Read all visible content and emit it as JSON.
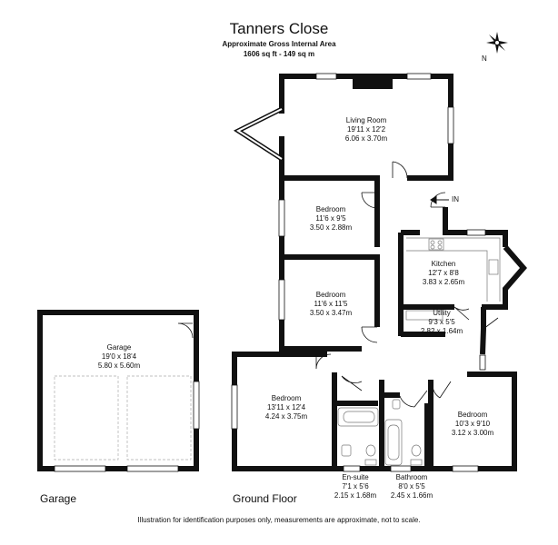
{
  "header": {
    "title": "Tanners Close",
    "subtitle": "Approximate Gross Internal Area",
    "area": "1606 sq ft - 149 sq m"
  },
  "compass": {
    "north_label": "N",
    "icon": "compass-rose-icon"
  },
  "entrance_label": "IN",
  "rooms": {
    "living_room": {
      "name": "Living Room",
      "imperial": "19'11 x 12'2",
      "metric": "6.06 x 3.70m"
    },
    "bedroom_1": {
      "name": "Bedroom",
      "imperial": "11'6 x 9'5",
      "metric": "3.50 x 2.88m"
    },
    "bedroom_2": {
      "name": "Bedroom",
      "imperial": "11'6 x 11'5",
      "metric": "3.50 x 3.47m"
    },
    "bedroom_3": {
      "name": "Bedroom",
      "imperial": "13'11 x 12'4",
      "metric": "4.24 x 3.75m"
    },
    "bedroom_4": {
      "name": "Bedroom",
      "imperial": "10'3 x 9'10",
      "metric": "3.12 x 3.00m"
    },
    "kitchen": {
      "name": "Kitchen",
      "imperial": "12'7 x 8'8",
      "metric": "3.83 x 2.65m"
    },
    "utility": {
      "name": "Utility",
      "imperial": "9'3 x 5'5",
      "metric": "2.82 x 1.64m"
    },
    "ensuite": {
      "name": "En-suite",
      "imperial": "7'1 x 5'6",
      "metric": "2.15 x 1.68m"
    },
    "bathroom": {
      "name": "Bathroom",
      "imperial": "8'0 x 5'5",
      "metric": "2.45 x 1.66m"
    },
    "garage": {
      "name": "Garage",
      "imperial": "19'0 x 18'4",
      "metric": "5.80 x 5.60m"
    }
  },
  "floor_labels": {
    "garage": "Garage",
    "ground": "Ground Floor"
  },
  "footer": "Illustration for identification purposes only, measurements are approximate, not to scale.",
  "colors": {
    "wall": "#111111",
    "window": "#ffffff",
    "fixture": "#777777"
  }
}
